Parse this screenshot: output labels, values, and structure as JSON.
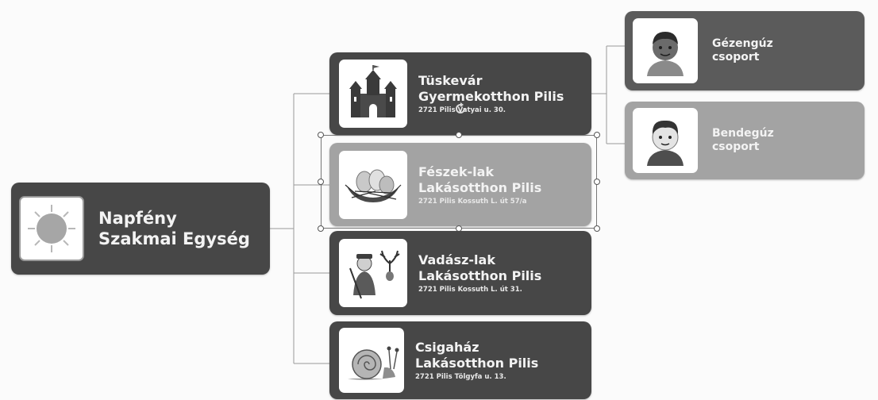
{
  "root": {
    "title_line1": "Napfény",
    "title_line2": "Szakmai Egység",
    "icon": "sun-icon"
  },
  "homes": [
    {
      "line1": "Tüskevár",
      "line2": "Gyermekotthon Pilis",
      "address": "2721 Pilis Vatyai u. 30.",
      "icon": "castle-icon"
    },
    {
      "line1": "Fészek-lak",
      "line2": "Lakásotthon Pilis",
      "address": "2721 Pilis Kossuth L. út 57/a",
      "icon": "nest-icon",
      "selected": true
    },
    {
      "line1": "Vadász-lak",
      "line2": "Lakásotthon Pilis",
      "address": "2721 Pilis Kossuth L. út 31.",
      "icon": "hunter-icon"
    },
    {
      "line1": "Csigaház",
      "line2": "Lakásotthon Pilis",
      "address": "2721 Pilis Tölgyfa u. 13.",
      "icon": "snail-icon"
    }
  ],
  "groups": [
    {
      "line1": "Gézengúz",
      "line2": "csoport",
      "icon": "boy-avatar-icon"
    },
    {
      "line1": "Bendegúz",
      "line2": "csoport",
      "icon": "boy-avatar-icon"
    }
  ],
  "colors": {
    "node_dark": "#474747",
    "node_selected": "#a3a3a3",
    "connector": "#9a9a9a"
  }
}
